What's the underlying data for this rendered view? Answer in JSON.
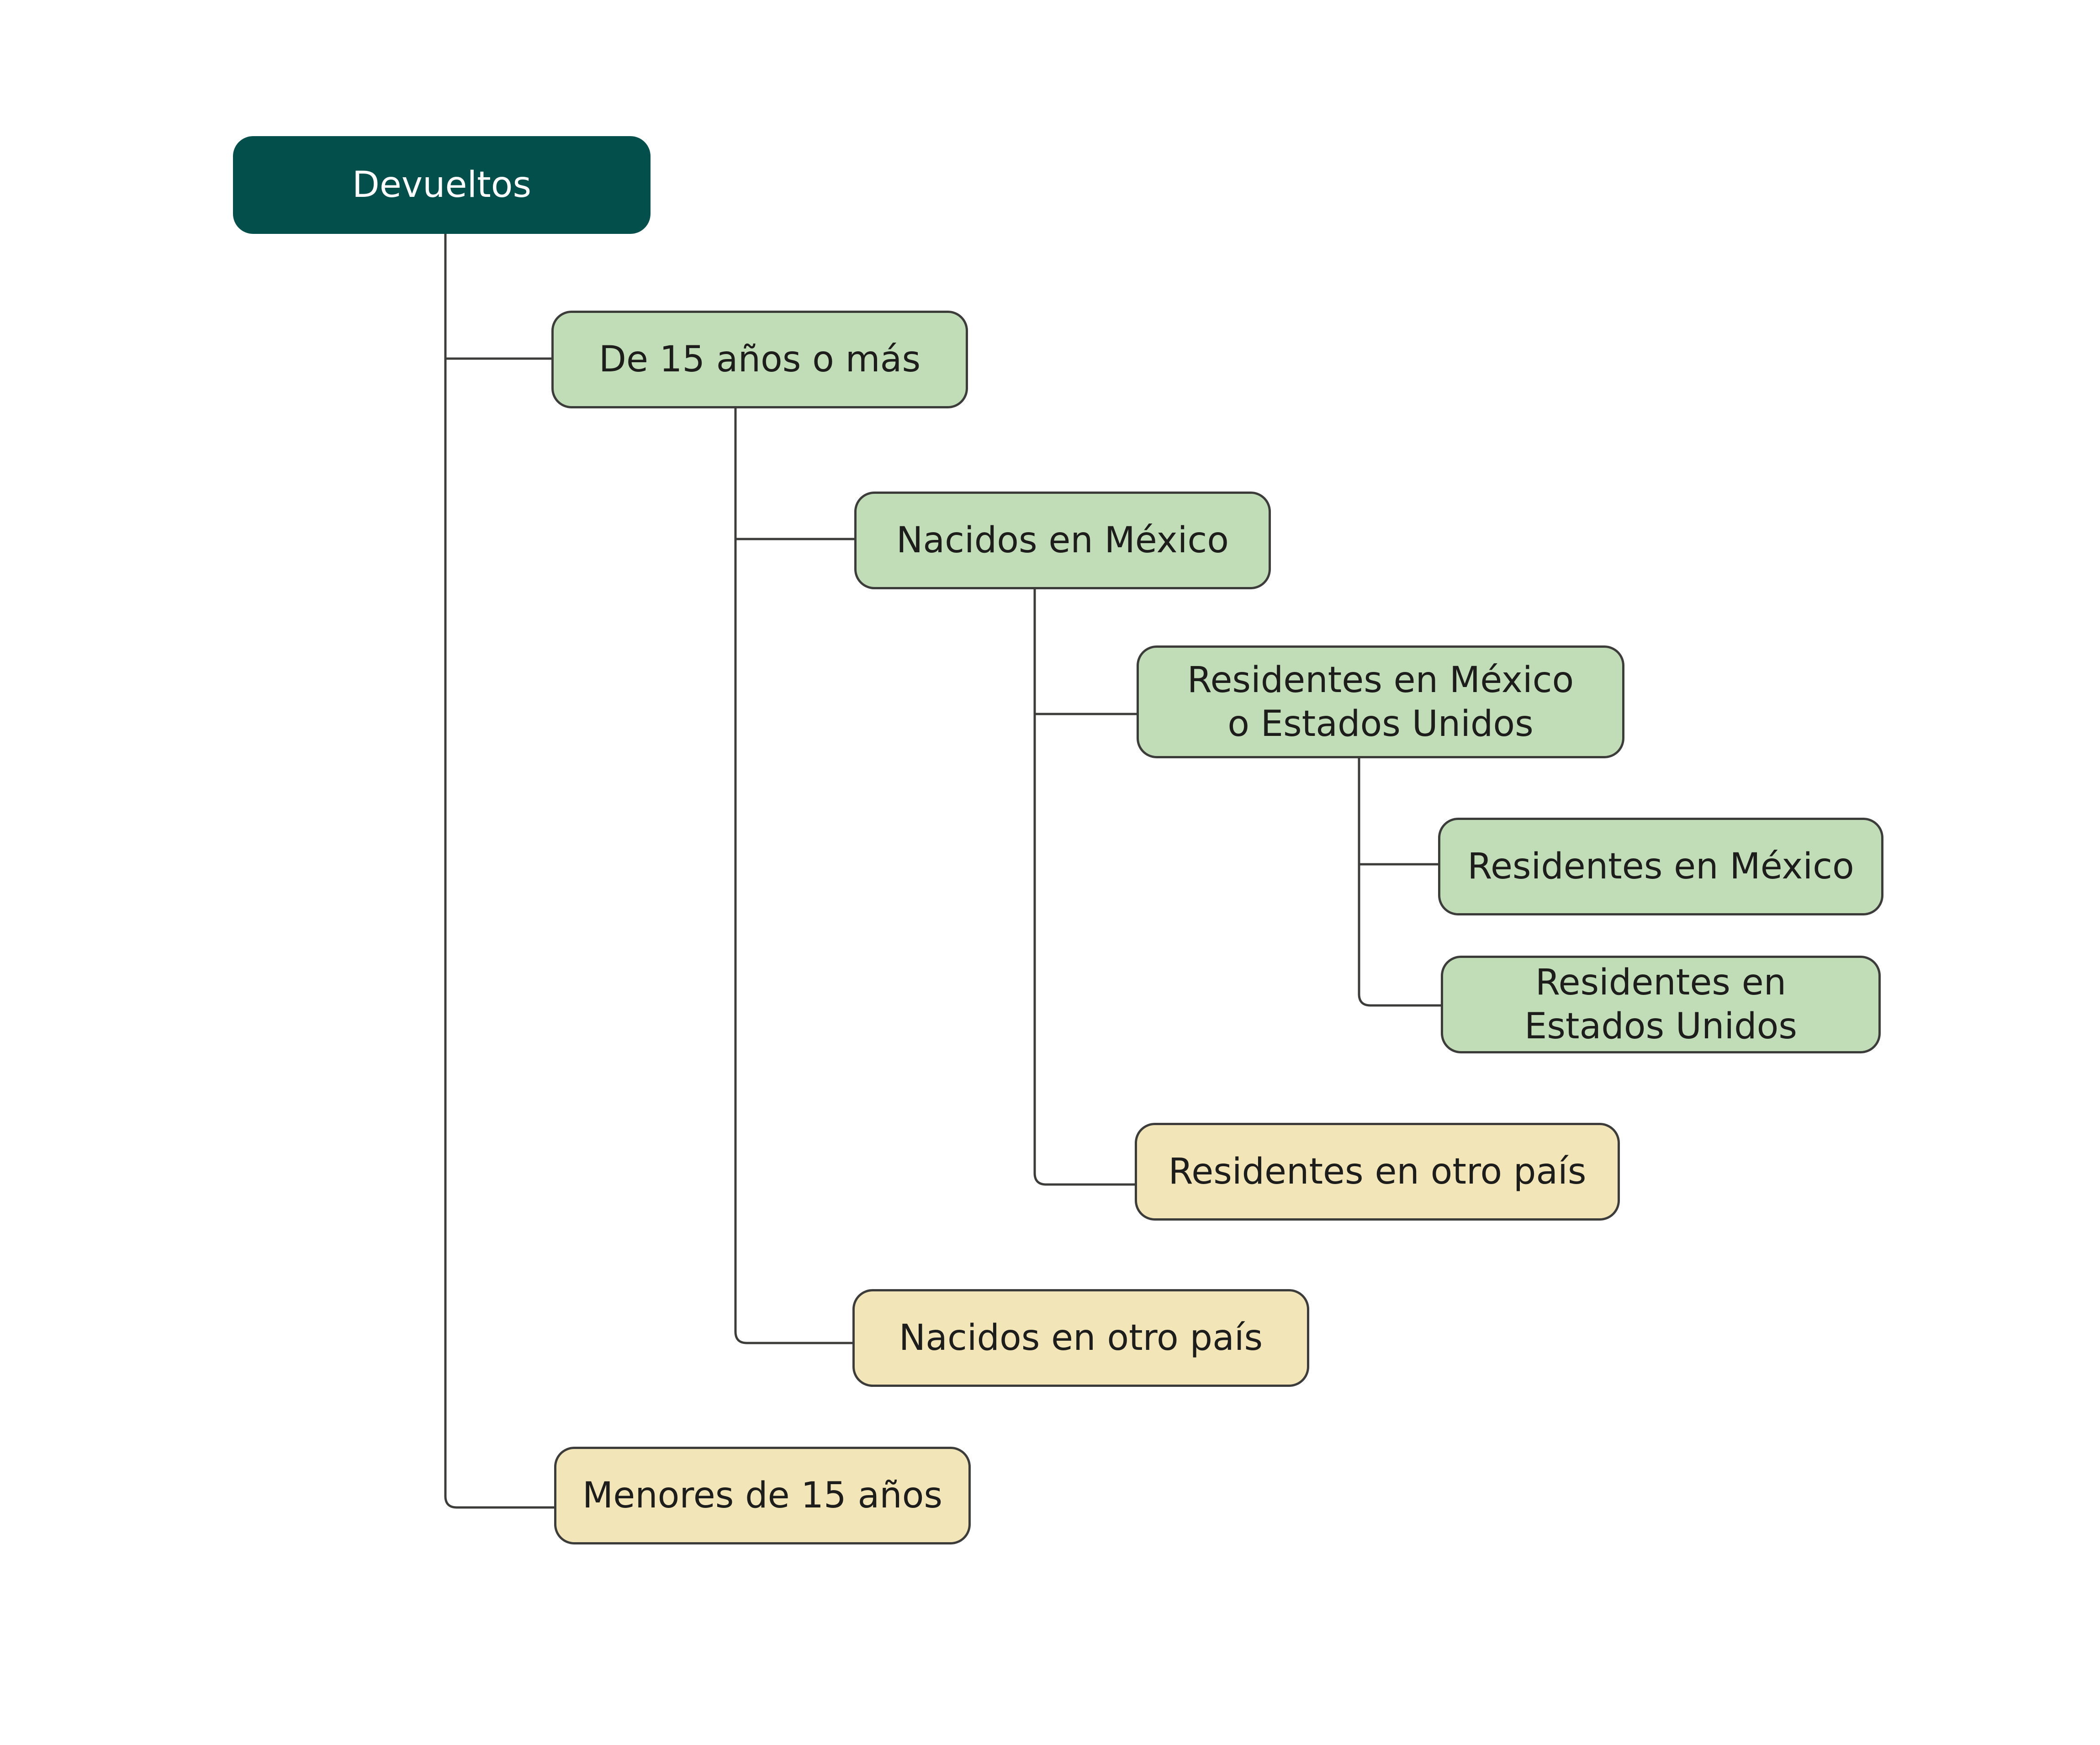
{
  "nodes": {
    "root": {
      "label": "Devueltos",
      "fill": "#034f4c"
    },
    "age_15_plus": {
      "label": "De 15 años o más",
      "fill": "#c1ddb7"
    },
    "born_mexico": {
      "label": "Nacidos en México",
      "fill": "#c1ddb7"
    },
    "resident_mx_us": {
      "label_line1": "Residentes en México",
      "label_line2": "o Estados Unidos",
      "fill": "#c1ddb7"
    },
    "resident_mexico": {
      "label": "Residentes en México",
      "fill": "#c1ddb7"
    },
    "resident_us": {
      "label_line1": "Residentes en",
      "label_line2": "Estados Unidos",
      "fill": "#c1ddb7"
    },
    "resident_other": {
      "label": "Residentes en otro país",
      "fill": "#f2e5b8"
    },
    "born_other": {
      "label": "Nacidos en otro país",
      "fill": "#f2e5b8"
    },
    "under_15": {
      "label": "Menores de 15 años",
      "fill": "#f2e5b8"
    }
  },
  "edges": [
    {
      "from": "Devueltos",
      "to": "De 15 años o más"
    },
    {
      "from": "Devueltos",
      "to": "Menores de 15 años"
    },
    {
      "from": "De 15 años o más",
      "to": "Nacidos en México"
    },
    {
      "from": "De 15 años o más",
      "to": "Nacidos en otro país"
    },
    {
      "from": "Nacidos en México",
      "to": "Residentes en México o Estados Unidos"
    },
    {
      "from": "Nacidos en México",
      "to": "Residentes en otro país"
    },
    {
      "from": "Residentes en México o Estados Unidos",
      "to": "Residentes en México"
    },
    {
      "from": "Residentes en México o Estados Unidos",
      "to": "Residentes en Estados Unidos"
    }
  ],
  "colors": {
    "connector": "#3c3c3b",
    "root": "#034f4c",
    "green": "#c1ddb7",
    "yellow": "#f2e5b8"
  }
}
